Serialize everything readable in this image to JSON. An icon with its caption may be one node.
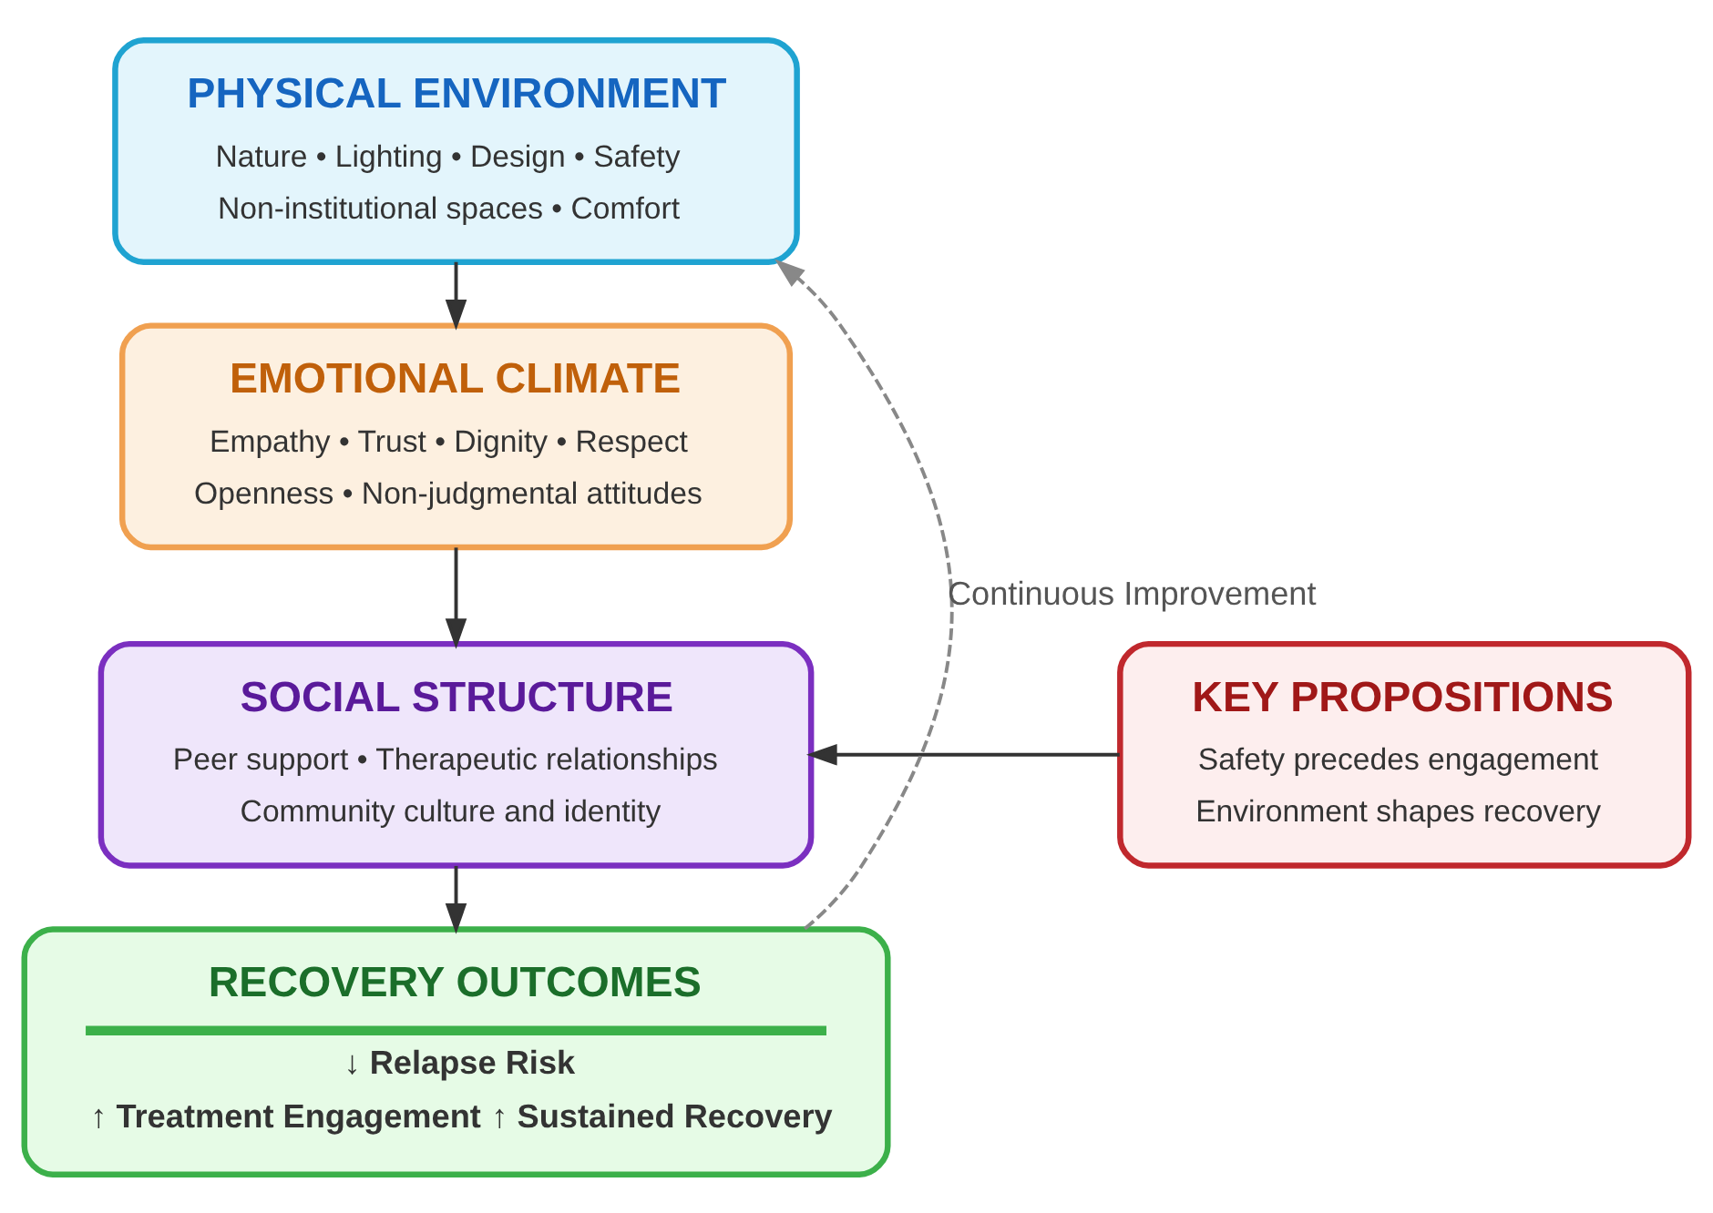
{
  "diagram": {
    "nodes": [
      {
        "text": [
          "PHYSICAL ENVIRONMENT",
          "Nature • Lighting • Design • Safety",
          "Non-institutional spaces • Comfort"
        ]
      },
      {
        "text": [
          "EMOTIONAL CLIMATE",
          "Empathy • Trust • Dignity • Respect",
          "Openness • Non-judgmental attitudes"
        ]
      },
      {
        "text": [
          "SOCIAL STRUCTURE",
          "Peer support • Therapeutic relationships",
          "Community culture and identity"
        ]
      },
      {
        "text": [
          "KEY PROPOSITIONS",
          "Safety precedes engagement",
          "Environment shapes recovery"
        ]
      },
      {
        "text": [
          "RECOVERY OUTCOMES",
          "↓ Relapse Risk",
          "↑ Treatment Engagement",
          "↑ Sustained Recovery"
        ]
      }
    ],
    "edges": [
      {
        "from": 0,
        "to": 1,
        "arrow": "to"
      },
      {
        "from": 1,
        "to": 2,
        "arrow": "to"
      },
      {
        "from": 2,
        "to": 4,
        "arrow": "to"
      },
      {
        "from": 3,
        "to": 2,
        "arrow": "to"
      },
      {
        "from": 4,
        "to": 0,
        "arrow": "to",
        "label": "Continuous Improvement",
        "style": "dashed",
        "color": "#888888"
      }
    ]
  }
}
